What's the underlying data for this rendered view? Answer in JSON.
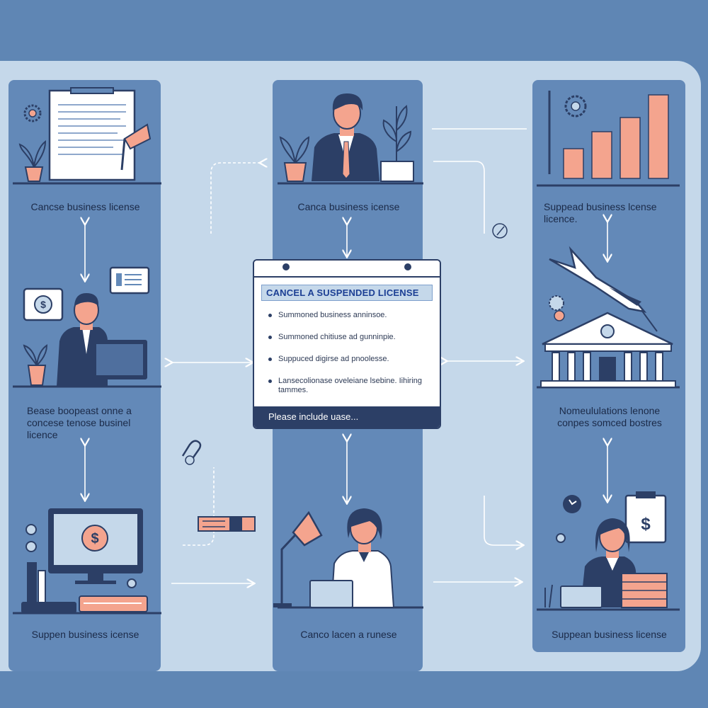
{
  "diagram": {
    "left_column": {
      "caption_top": "Cancse business license",
      "caption_mid": "Bease boopeast onne a concese tenose businel licence",
      "caption_bottom": "Suppen business icense",
      "currency_symbol": "$"
    },
    "center_column": {
      "caption_top": "Canca business icense",
      "caption_bottom": "Canco lacen a runese"
    },
    "right_column": {
      "caption_top": "Suppead business lcense licence.",
      "caption_mid": "Nomeululations lenone conpes somced bostres",
      "caption_bottom": "Suppean business license",
      "currency_symbol": "$"
    },
    "card": {
      "title": "CANCEL A SUSPENDED LICENSE",
      "items": [
        "Summoned business anninsoe.",
        "Summoned chitiuse ad gunninpie.",
        "Suppuced digirse ad pnoolesse.",
        "Lansecolionase oveleiane lsebine. Iihiring tammes."
      ],
      "footer": "Please include uase..."
    },
    "colors": {
      "background": "#5f86b4",
      "board": "#c5d8ea",
      "column": "#6389b8",
      "navy": "#2c3f66",
      "accent_salmon": "#f4a48e",
      "title_blue": "#1c3f94"
    }
  }
}
